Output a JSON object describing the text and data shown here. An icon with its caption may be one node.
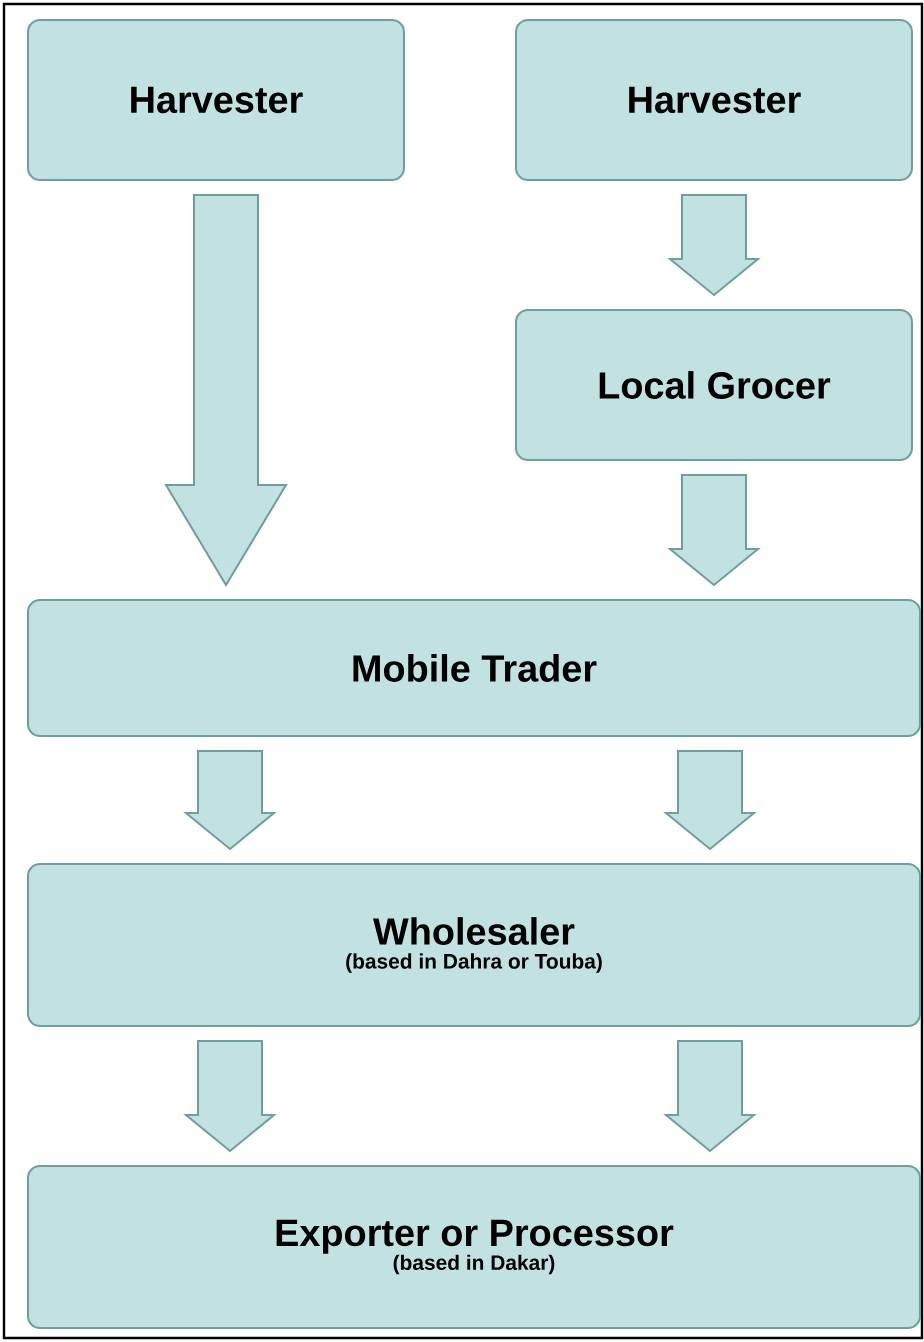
{
  "diagram": {
    "nodes": [
      {
        "text": [
          "Harvester"
        ]
      },
      {
        "text": [
          "Harvester"
        ]
      },
      {
        "text": [
          "Local Grocer"
        ]
      },
      {
        "text": [
          "Mobile Trader"
        ]
      },
      {
        "text": [
          "Wholesaler",
          "(based in Dahra or Touba)"
        ]
      },
      {
        "text": [
          "Exporter or Processor",
          "(based in Dakar)"
        ]
      }
    ],
    "edges": [
      {
        "from": 0,
        "to": 3,
        "arrow": "to"
      },
      {
        "from": 1,
        "to": 2,
        "arrow": "to"
      },
      {
        "from": 2,
        "to": 3,
        "arrow": "to"
      },
      {
        "from": 3,
        "to": 4,
        "arrow": "to"
      },
      {
        "from": 3,
        "to": 4,
        "arrow": "to"
      },
      {
        "from": 4,
        "to": 5,
        "arrow": "to"
      },
      {
        "from": 4,
        "to": 5,
        "arrow": "to"
      }
    ]
  }
}
